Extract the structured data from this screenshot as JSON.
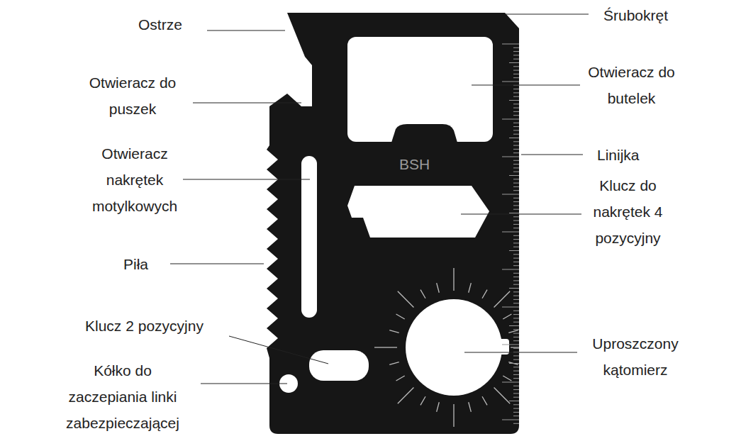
{
  "diagram": {
    "labels": [
      "Ostrze",
      "Śrubokręt",
      "Otwieracz do puszek",
      "Otwieracz do butelek",
      "Otwieracz nakrętek motylkowych",
      "BSH",
      "Linijka",
      "Klucz do nakrętek 4 pozycyjny",
      "Piła",
      "Klucz 2 pozycyjny",
      "Uproszczony kątomierz",
      "Kółko do zaczepiania linki zabezpieczającej"
    ]
  }
}
